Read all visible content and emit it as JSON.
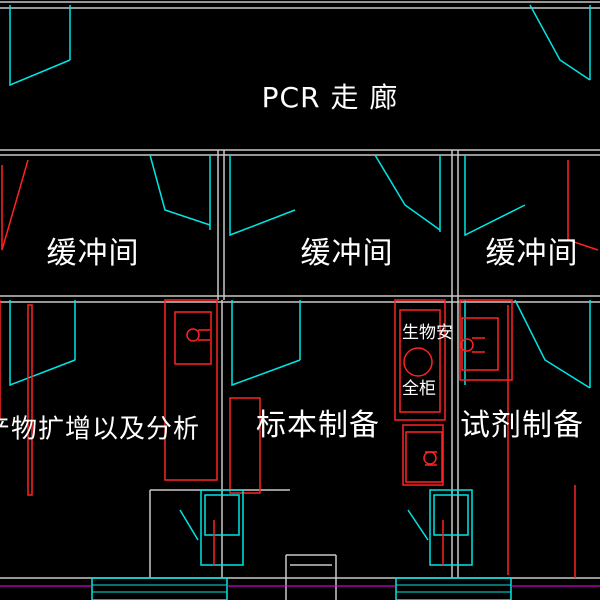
{
  "colors": {
    "background": "#000000",
    "wall": "#c8c8c8",
    "door": "#00e5e5",
    "equipment": "#ff2222",
    "text": "#ffffff",
    "accent": "#ff00ff"
  },
  "labels": {
    "corridor": "PCR 走 廊",
    "buffer_1": "缓冲间",
    "buffer_2": "缓冲间",
    "buffer_3": "缓冲间",
    "amplification": "产物扩增以及分析",
    "specimen": "标本制备",
    "reagent": "试剂制备",
    "biosafety_line1": "生物安",
    "biosafety_line2": "全柜"
  },
  "icons": [
    "door-swing-icon",
    "sink-icon",
    "cabinet-icon"
  ]
}
